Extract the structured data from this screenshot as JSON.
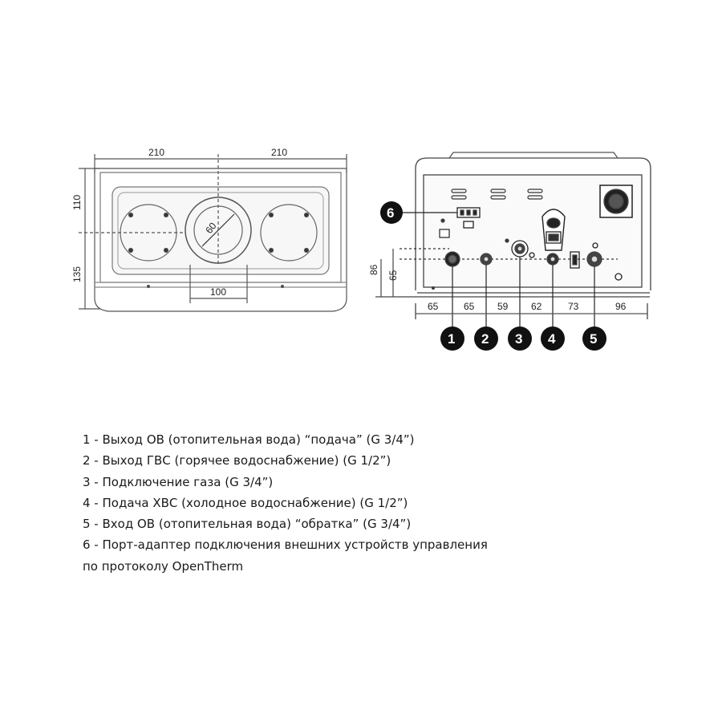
{
  "top_view": {
    "dim_left_width": "210",
    "dim_right_width": "210",
    "dim_top_height": "110",
    "dim_bottom_height": "135",
    "dim_flue_diameter": "60",
    "dim_flue_width": "100"
  },
  "bottom_view": {
    "dim_height_outer": "86",
    "dim_height_inner": "65",
    "spacings": [
      "65",
      "65",
      "59",
      "62",
      "73",
      "96"
    ],
    "connectors": [
      "1",
      "2",
      "3",
      "4",
      "5"
    ],
    "port_badge": "6"
  },
  "legend": {
    "items": [
      "1 - Выход ОВ (отопительная вода) “подача” (G 3/4”)",
      "2 - Выход ГВС (горячее водоснабжение) (G 1/2”)",
      "3 - Подключение газа (G 3/4”)",
      "4 - Подача ХВС (холодное водоснабжение) (G 1/2”)",
      "5 - Вход ОВ (отопительная вода) “обратка” (G 3/4”)",
      "6 - Порт-адаптер подключения внешних устройств управления",
      "по протоколу OpenTherm"
    ]
  },
  "colors": {
    "line": "#444444",
    "badge": "#111111",
    "panel_fill": "#f4f4f4"
  }
}
